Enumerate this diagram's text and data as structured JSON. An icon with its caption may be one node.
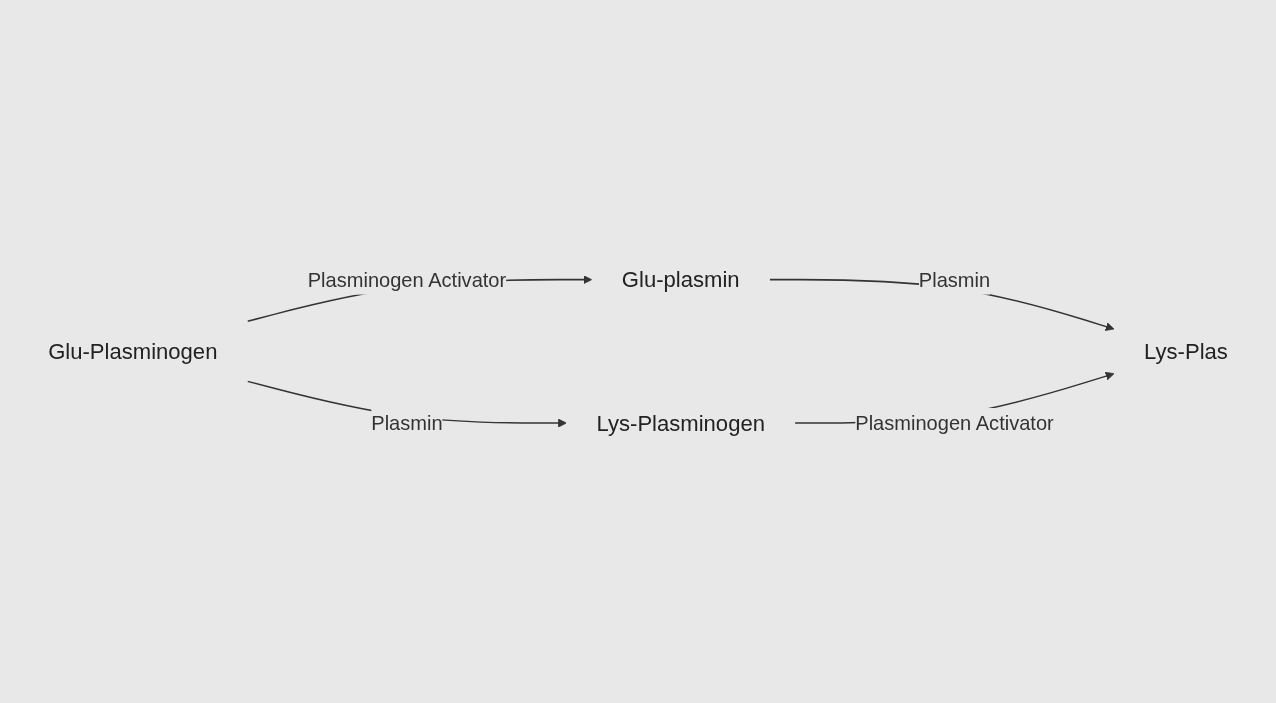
{
  "diagram": {
    "nodes": [
      {
        "text": [
          "Glu-Plasminogen"
        ]
      },
      {
        "text": [
          "Glu-plasmin"
        ]
      },
      {
        "text": [
          "Lys-Plasminogen"
        ]
      },
      {
        "text": [
          "Lys-Plas"
        ]
      }
    ],
    "edges": [
      {
        "from": 0,
        "to": 1,
        "arrow": "to",
        "label": "Plasminogen Activator"
      },
      {
        "from": 0,
        "to": 2,
        "arrow": "to",
        "label": "Plasmin"
      },
      {
        "from": 1,
        "to": 3,
        "arrow": "to",
        "label": "Plasmin"
      },
      {
        "from": 2,
        "to": 3,
        "arrow": "to",
        "label": "Plasminogen Activator"
      }
    ]
  }
}
